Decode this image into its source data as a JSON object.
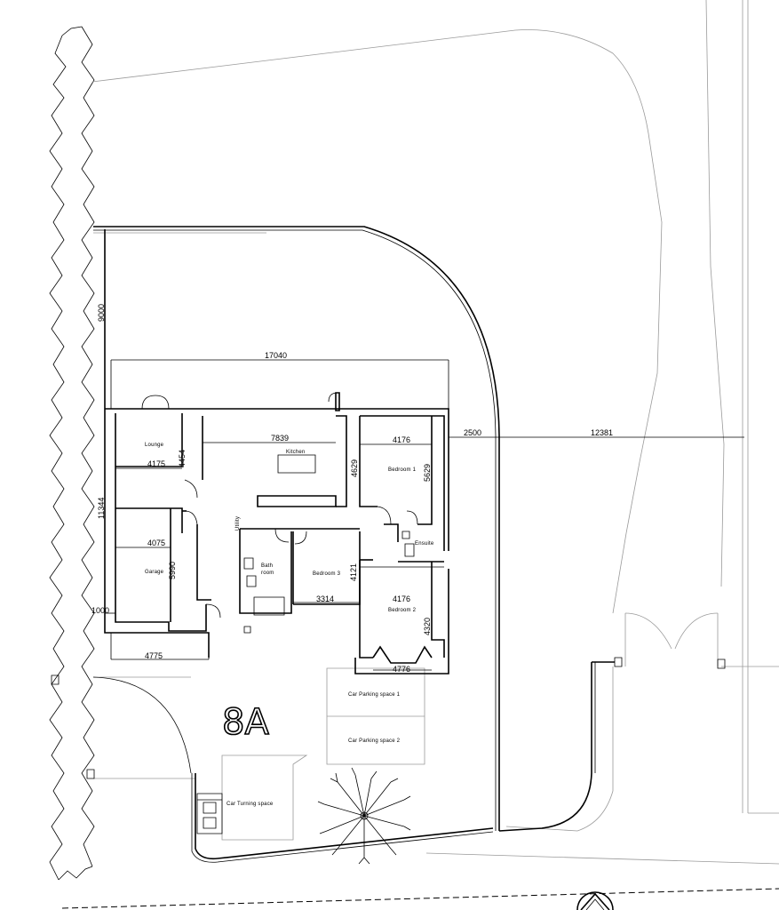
{
  "plot_label": "8A",
  "rooms": {
    "lounge": "Lounge",
    "kitchen": "Kitchen",
    "bedroom1": "Bedroom 1",
    "bedroom2": "Bedroom 2",
    "bedroom3": "Bedroom 3",
    "garage": "Garage",
    "bathroom_line1": "Bath",
    "bathroom_line2": "room",
    "ensuite": "Ensuite",
    "utility": "Utility"
  },
  "site": {
    "parking1": "Car Parking space 1",
    "parking2": "Car Parking space 2",
    "turning": "Car Turning space"
  },
  "dimensions": {
    "overall_width": "17040",
    "side_setback": "9000",
    "overall_depth": "11344",
    "front_setback": "1000",
    "kitchen_width": "7839",
    "lounge_width": "4175",
    "lounge_depth": "4454",
    "garage_width": "4075",
    "garage_depth": "5990",
    "garage_front": "4775",
    "bed3_width": "3314",
    "bed3_depth": "4121",
    "kitchen_depth": "4629",
    "bed1_width": "4176",
    "bed1_depth": "5629",
    "bed2_width": "4176",
    "bed2_depth": "4320",
    "bed2_front": "4776",
    "side_gap": "2500",
    "east_distance": "12381"
  }
}
